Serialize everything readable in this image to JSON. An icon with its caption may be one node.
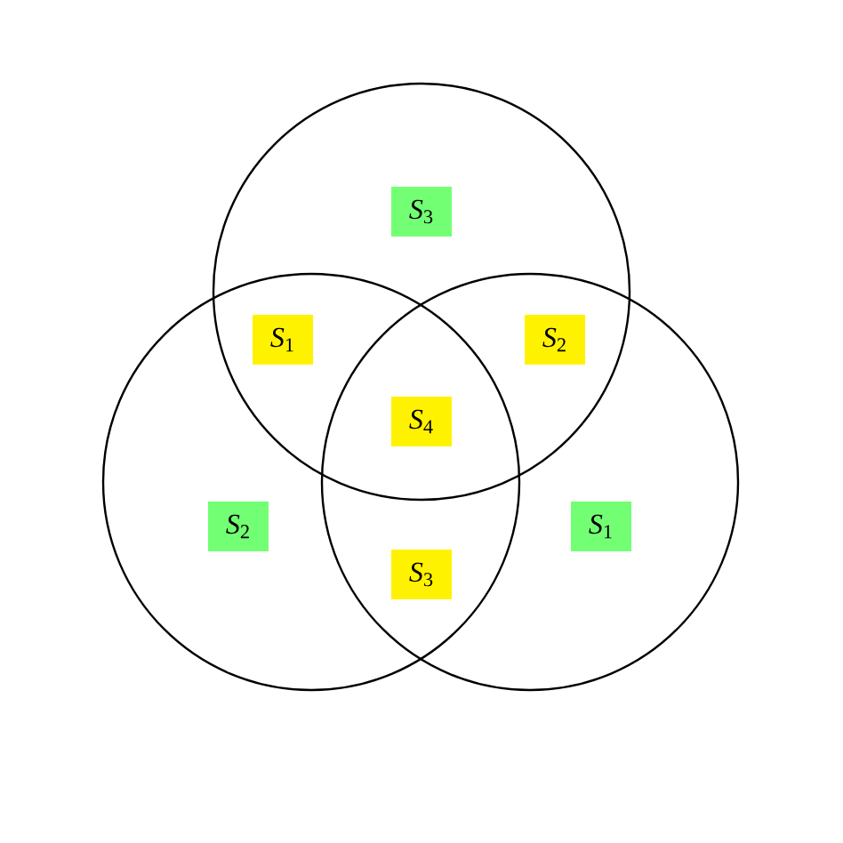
{
  "diagram": {
    "nodes": [
      {
        "text": [],
        "shape": "circle"
      },
      {
        "text": [],
        "shape": "circle"
      },
      {
        "text": [],
        "shape": "circle"
      },
      {
        "text": [
          "*S*$_{3}$"
        ],
        "in": 0
      },
      {
        "text": [
          "*S*$_{1}$"
        ]
      },
      {
        "text": [
          "*S*$_{2}$"
        ]
      },
      {
        "text": [
          "*S*$_{4}$"
        ]
      },
      {
        "text": [
          "*S*$_{2}$"
        ],
        "in": 1
      },
      {
        "text": [
          "*S*$_{3}$"
        ]
      },
      {
        "text": [
          "*S*$_{1}$"
        ],
        "in": 2
      }
    ]
  }
}
